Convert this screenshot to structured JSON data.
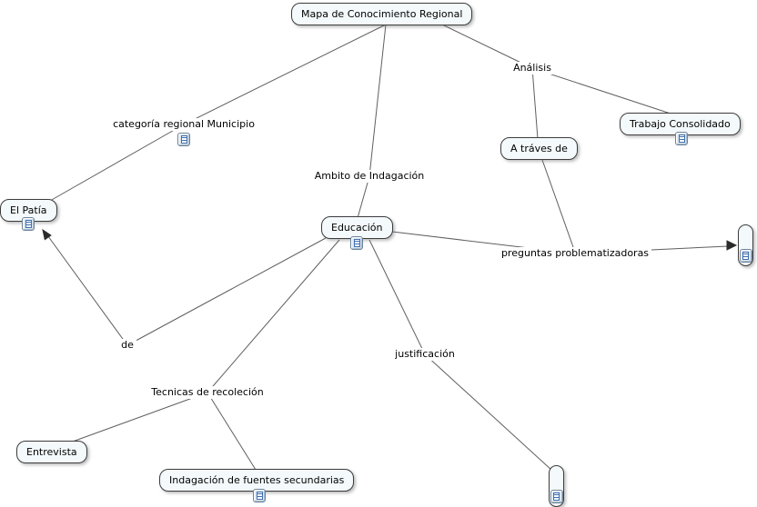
{
  "canvas": {
    "background": "#ffffff",
    "line_color": "#5f5f5f",
    "node_fill": "#f4fafc",
    "node_border": "#3c3c3c"
  },
  "nodes": {
    "root": {
      "label": "Mapa de Conocimiento Regional"
    },
    "trabajo_consolidado": {
      "label": "Trabajo Consolidado",
      "has_resource_icon": true
    },
    "a_traves_de": {
      "label": "A tráves de"
    },
    "el_patia": {
      "label": "El Patía",
      "has_resource_icon": true
    },
    "educacion": {
      "label": "Educación",
      "has_resource_icon": true
    },
    "entrevista": {
      "label": "Entrevista"
    },
    "indagacion_fuentes": {
      "label": "Indagación de fuentes secundarias",
      "has_resource_icon": true
    }
  },
  "linking_phrases": {
    "analisis": {
      "label": "Análisis"
    },
    "categoria_regional": {
      "label": "categoría regional Municipio",
      "has_resource_icon": true
    },
    "ambito_indagacion": {
      "label": "Ambito de Indagación"
    },
    "preguntas_problematizadoras": {
      "label": "preguntas problematizadoras"
    },
    "de": {
      "label": "de"
    },
    "justificacion": {
      "label": "justificación"
    },
    "tecnicas_recoleccion": {
      "label": "Tecnicas de recoleción"
    }
  },
  "resource_nodes": {
    "right": {
      "icon": "document-icon"
    },
    "bottom": {
      "icon": "document-icon"
    }
  },
  "edges": [
    {
      "from": "Mapa de Conocimiento Regional",
      "via": "categoría regional Municipio",
      "to": "El Patía",
      "arrow": false
    },
    {
      "from": "Mapa de Conocimiento Regional",
      "via": "Ambito de Indagación",
      "to": "Educación",
      "arrow": false
    },
    {
      "from": "Mapa de Conocimiento Regional",
      "via": "Análisis",
      "to": "Trabajo Consolidado",
      "arrow": false
    },
    {
      "from": "Mapa de Conocimiento Regional",
      "via": "Análisis",
      "to": "A tráves de",
      "arrow": false
    },
    {
      "from": "A tráves de",
      "via": "preguntas problematizadoras",
      "to": "resource-node-right",
      "arrow": true
    },
    {
      "from": "Educación",
      "via": "preguntas problematizadoras",
      "to": "resource-node-right",
      "arrow": true
    },
    {
      "from": "Educación",
      "via": "de",
      "to": "El Patía",
      "arrow": true
    },
    {
      "from": "Educación",
      "via": "Tecnicas de recoleción",
      "to": "Entrevista",
      "arrow": false
    },
    {
      "from": "Educación",
      "via": "Tecnicas de recoleción",
      "to": "Indagación de fuentes secundarias",
      "arrow": false
    },
    {
      "from": "Educación",
      "via": "justificación",
      "to": "resource-node-bottom",
      "arrow": false
    }
  ]
}
